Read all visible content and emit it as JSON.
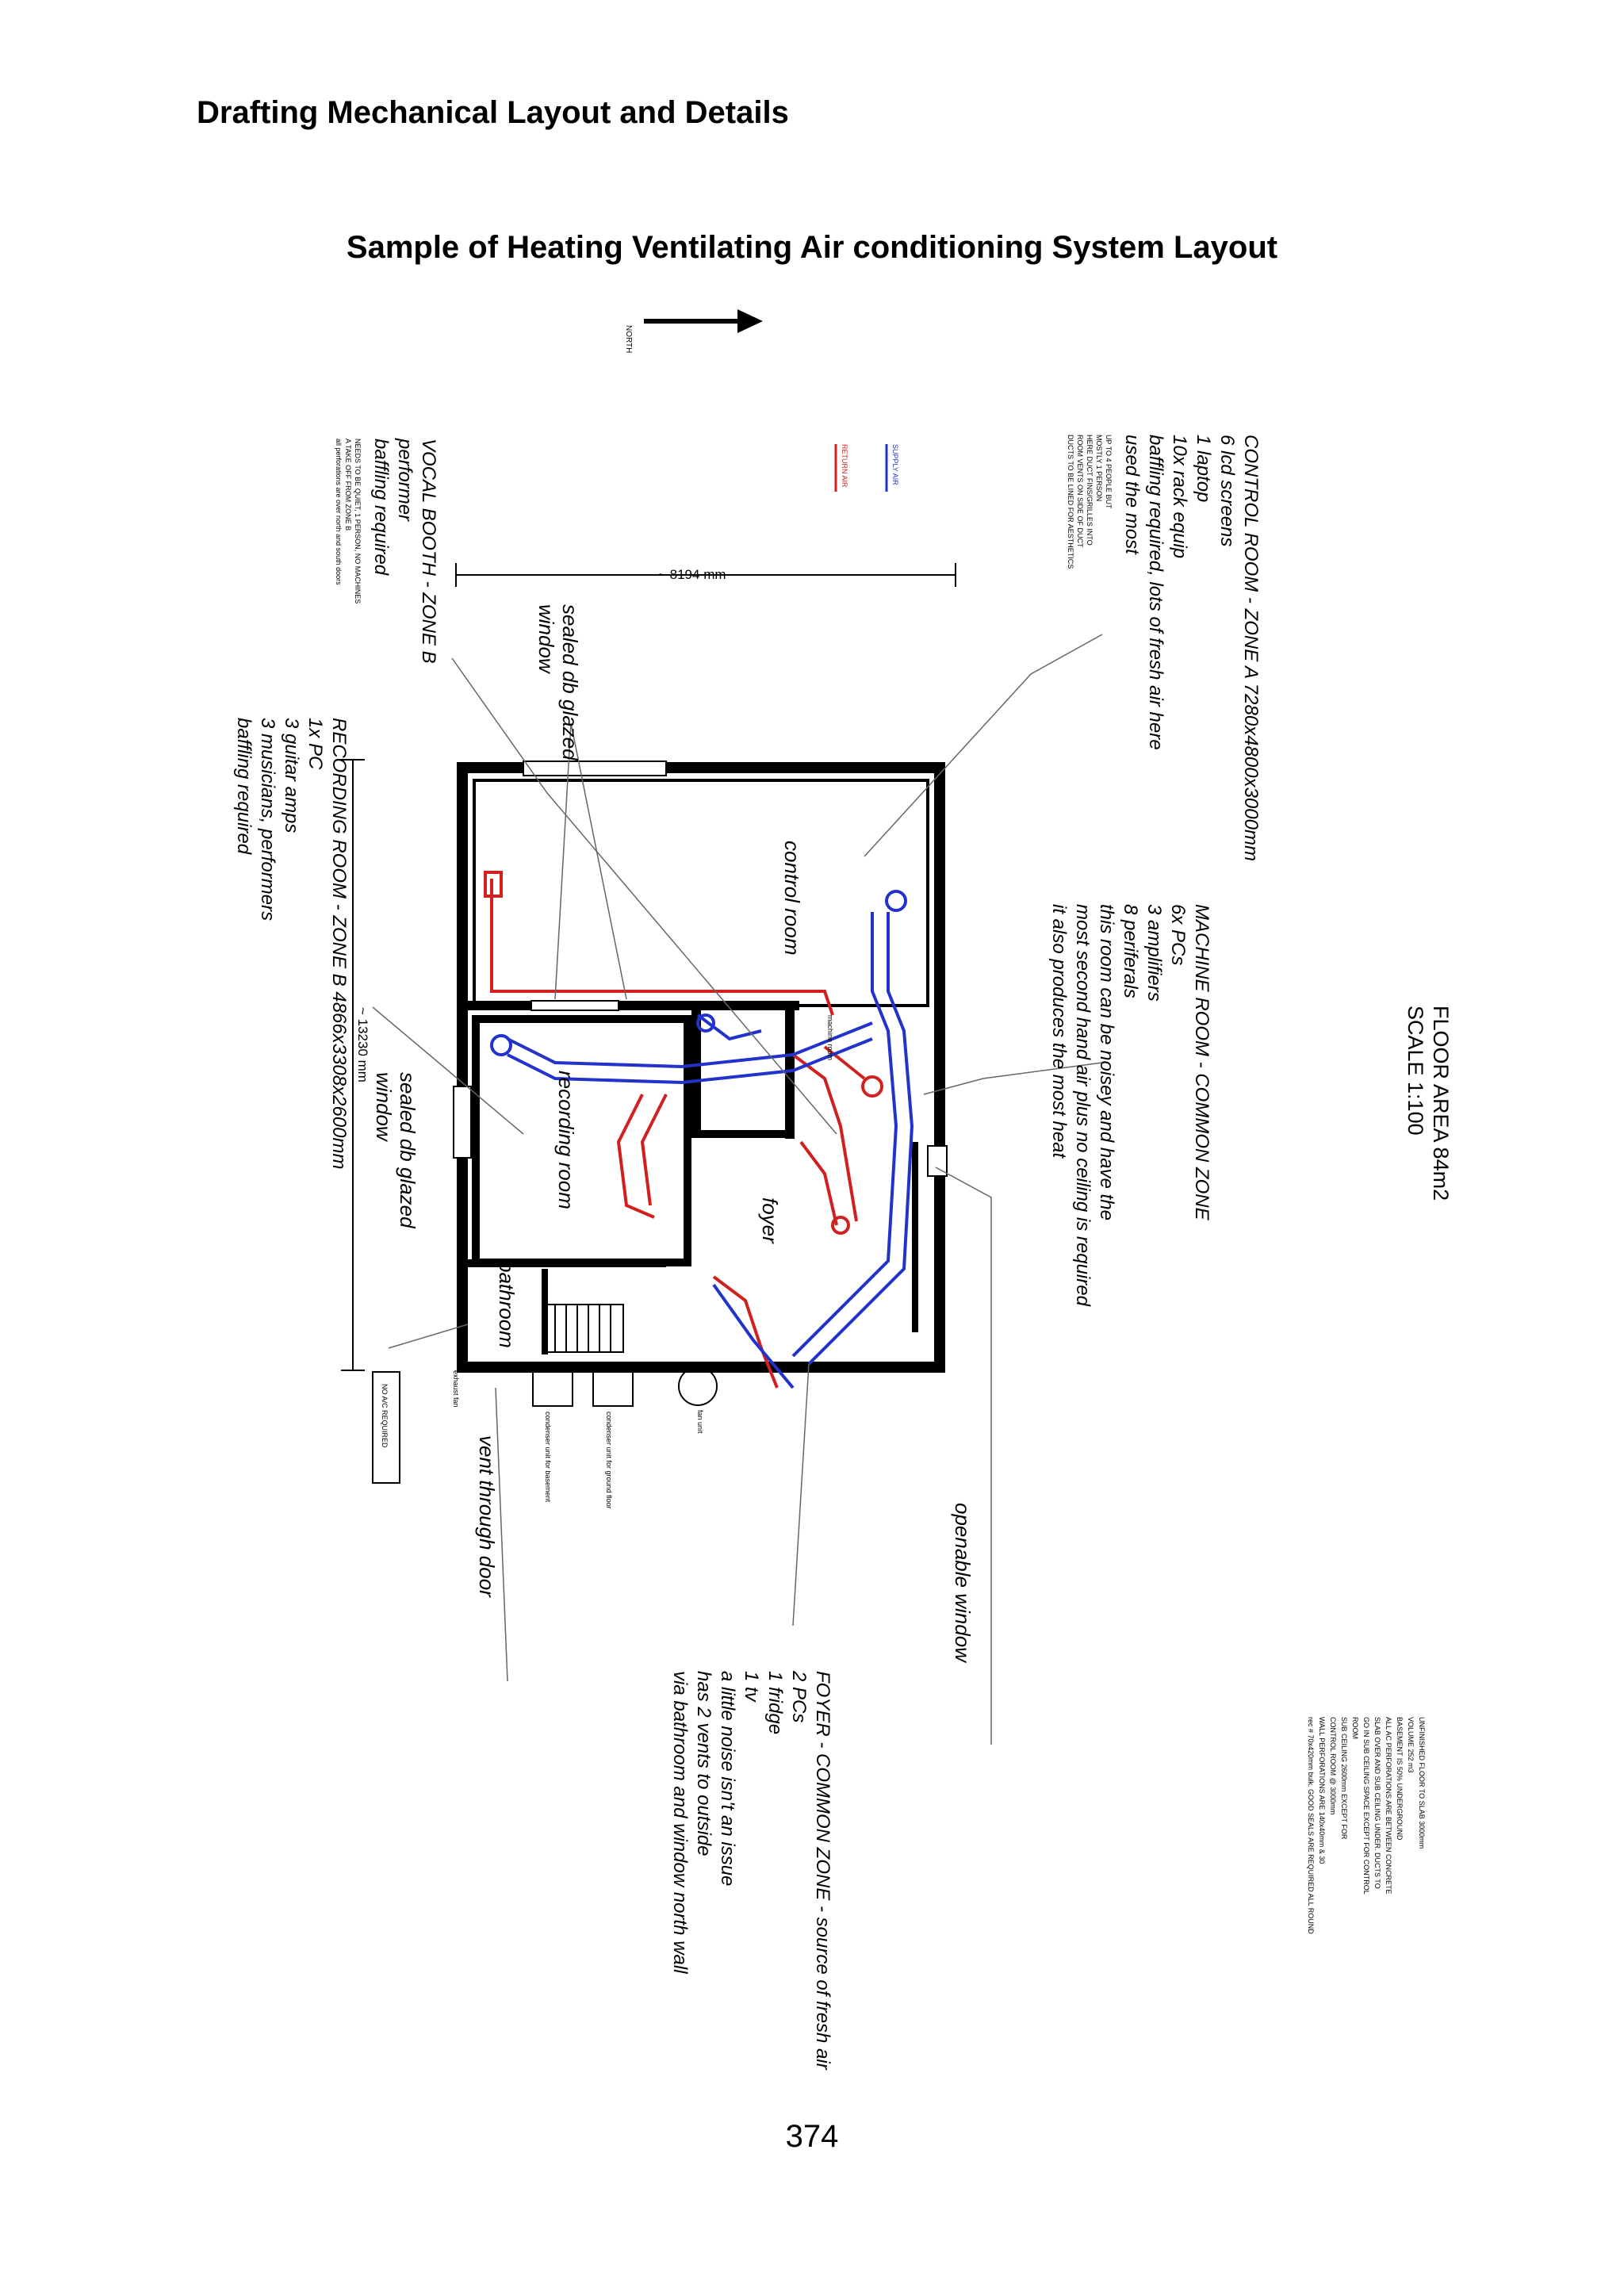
{
  "header": {
    "title": "Drafting Mechanical Layout and Details"
  },
  "figure": {
    "title": "Sample of Heating Ventilating Air conditioning System Layout",
    "north_label": "NORTH",
    "floor_area": "FLOOR AREA 84m2",
    "scale": "SCALE 1:100",
    "dim_width": "~ 8194 mm",
    "dim_length": "~ 13230 mm",
    "legend": {
      "supply": "SUPPLY AIR",
      "return": "RETURN AIR"
    },
    "colors": {
      "supply": "#2233cc",
      "return": "#d02020",
      "wall": "#000000"
    },
    "control_room": {
      "lines": [
        "CONTROL ROOM - ZONE A   7280x4800x3000mm",
        "6 lcd screens",
        "1 laptop",
        "10x rack equip",
        "baffling required, lots of fresh air here",
        "used the most"
      ],
      "small_notes": [
        "UP TO 4 PEOPLE BUT",
        "MOSTLY 1 PERSON",
        "HERE DUCT FINS/GRILLES INTO",
        "ROOM VENTS ON SIDE OF DUCT",
        "DUCTS TO BE LINED FOR AESTHETICS"
      ]
    },
    "vocal_booth": {
      "lines": [
        "VOCAL BOOTH - ZONE B",
        "performer",
        "baffling required"
      ],
      "small_notes": [
        "NEEDS TO BE QUIET, 1 PERSON, NO MACHINES",
        "A TAKE OFF FROM ZONE B",
        "all perforations are over north and south doors"
      ]
    },
    "recording_room": {
      "lines": [
        "RECORDING ROOM - ZONE B  4866x3308x2600mm",
        "1x PC",
        "3 guitar amps",
        "3 musicians, performers",
        "baffling required"
      ]
    },
    "machine_room": {
      "lines": [
        "MACHINE ROOM - COMMON ZONE",
        "6x PCs",
        "3 amplifiers",
        "8 periferals",
        "this room can be noisey and have the",
        "most second hand air plus no ceiling is required",
        "it also produces the most heat"
      ]
    },
    "foyer": {
      "lines": [
        "FOYER - COMMON ZONE - source of fresh air",
        "2 PCs",
        "1 fridge",
        "1 tv",
        "a little noise isn't an issue",
        "has 2 vents to outside",
        "via bathroom and window north wall"
      ]
    },
    "general_notes": [
      "UNFINISHED FLOOR TO SLAB 3000mm",
      "VOLUME 252 m3",
      "BASEMENT IS 50% UNDERGROUND",
      "ALL AC PERFORATIONS ARE BETWEEN CONCRETE",
      "SLAB OVER AND SUB CEILING UNDER. DUCTS TO",
      "GO IN SUB CEILING SPACE EXCEPT FOR CONTROL",
      "ROOM",
      "SUB CEILING 2600mm EXCEPT FOR",
      "CONTROL ROOM @ 3000mm",
      "WALL PERFORATIONS ARE 140x40mm & 30",
      "rec # 70x420mm bulk. GOOD SEALS ARE REQUIRED ALL ROUND"
    ],
    "room_labels": {
      "control_room": "control room",
      "recording_room": "recording room",
      "foyer": "foyer",
      "bathroom": "bathroom",
      "machine_room": "machine room"
    },
    "callouts": {
      "sealed_window_top": [
        "sealed db glazed",
        "window"
      ],
      "sealed_window_left": [
        "sealed db glazed",
        "window"
      ],
      "openable_window": "openable window",
      "vent_through_door": "vent through door",
      "no_ac": "NO A/C REQUIRED",
      "exhaust_fan": "exhaust fan",
      "fan_unit": "fan unit",
      "condenser_ground": "condenser unit for ground floor",
      "condenser_basement": "condenser unit for basement"
    }
  },
  "page": {
    "number": "374"
  }
}
